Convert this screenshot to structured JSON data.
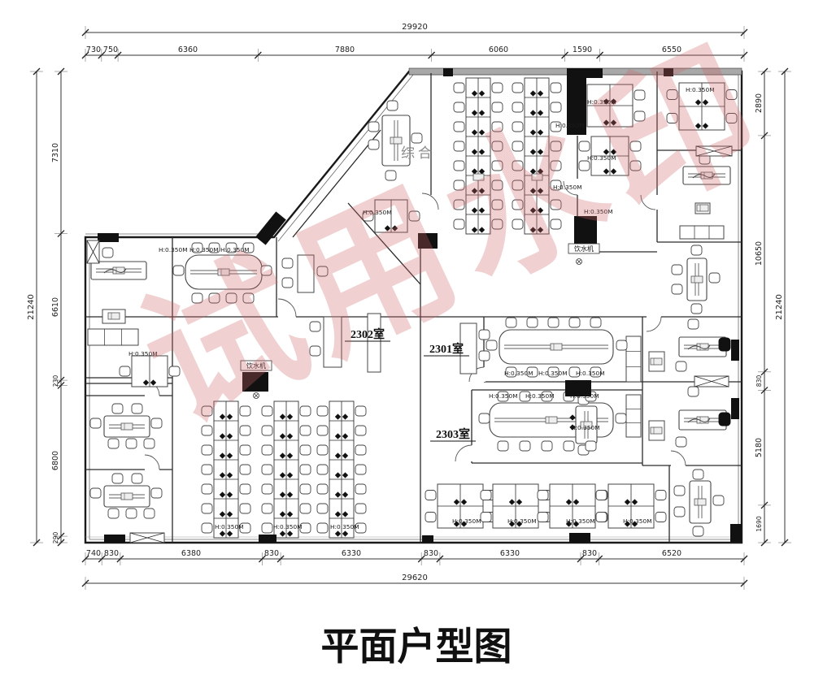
{
  "title": "平面户型图",
  "watermark": "试用水印",
  "plan": {
    "rooms": {
      "general": "综合",
      "room_2301": "2301室",
      "room_2302": "2302室",
      "room_2303": "2303室"
    },
    "annotations": {
      "window_height": "H:0.350M",
      "water_dispenser": "饮水机"
    },
    "dimensions": {
      "top": {
        "total": "29920",
        "segments": [
          "730",
          "750",
          "6360",
          "7880",
          "6060",
          "1590",
          "6550"
        ]
      },
      "bottom": {
        "total": "29620",
        "segments": [
          "740",
          "830",
          "6380",
          "830",
          "6330",
          "830",
          "6330",
          "830",
          "6520"
        ]
      },
      "left": {
        "total": "21240",
        "segments": [
          "7310",
          "6610",
          "230",
          "6800",
          "290"
        ]
      },
      "right": {
        "total": "21240",
        "segments": [
          "2890",
          "10650",
          "830",
          "5180",
          "1690"
        ]
      }
    }
  }
}
